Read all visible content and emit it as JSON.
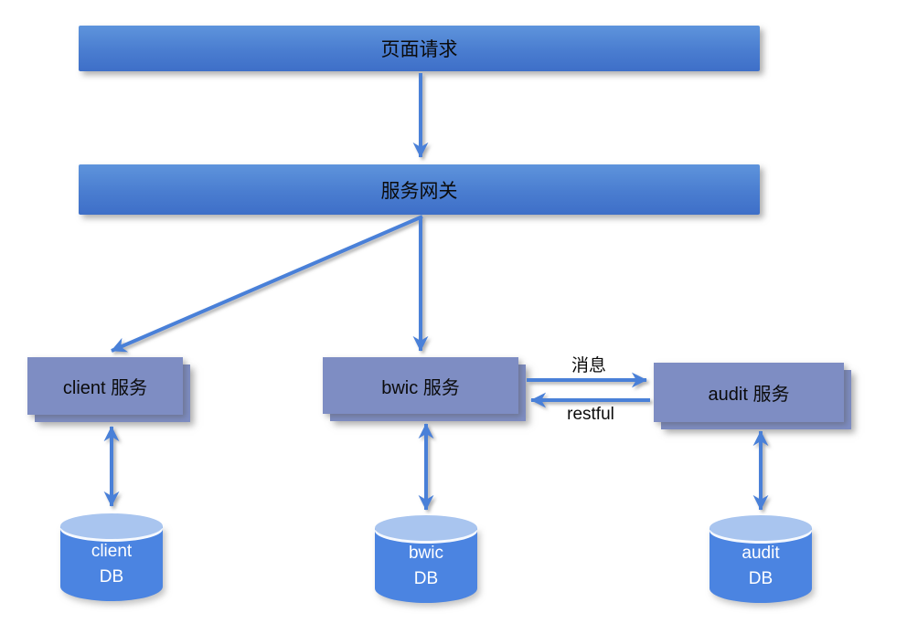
{
  "diagram": {
    "title": "service-architecture-flow",
    "bars": {
      "page_request": "页面请求",
      "gateway": "服务网关"
    },
    "services": [
      {
        "id": "client",
        "label": "client 服务"
      },
      {
        "id": "bwic",
        "label": "bwic 服务"
      },
      {
        "id": "audit",
        "label": "audit 服务"
      }
    ],
    "databases": [
      {
        "id": "client-db",
        "line1": "client",
        "line2": "DB"
      },
      {
        "id": "bwic-db",
        "line1": "bwic",
        "line2": "DB"
      },
      {
        "id": "audit-db",
        "line1": "audit",
        "line2": "DB"
      }
    ],
    "edge_labels": {
      "message": "消息",
      "restful": "restful"
    },
    "colors": {
      "bar_gradient_top": "#5E94DC",
      "bar_gradient_bottom": "#3E6FC8",
      "service_box": "#7E8DC3",
      "arrow": "#4A80D8",
      "db_body": "#4B84E1",
      "db_top": "#A9C5EF",
      "text": "#0b0b0b",
      "db_text": "#ffffff"
    }
  }
}
